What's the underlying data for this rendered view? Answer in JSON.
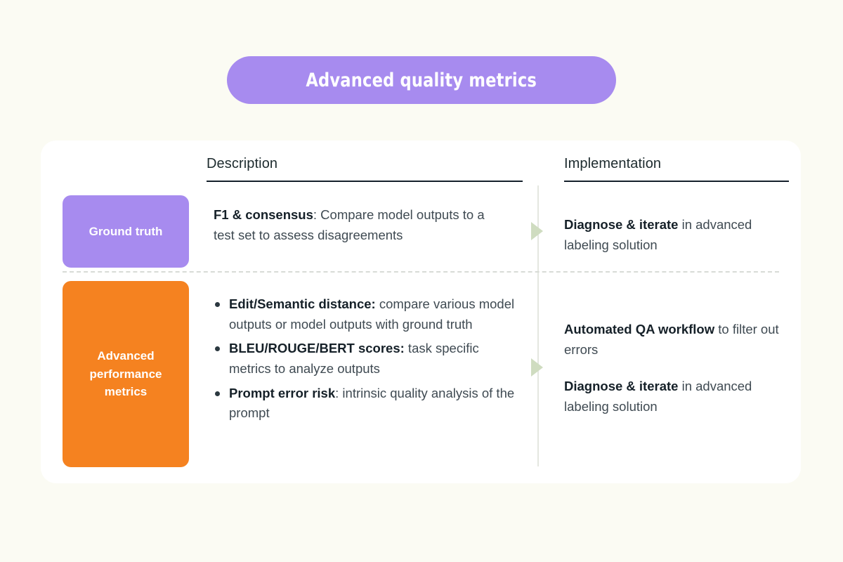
{
  "title": {
    "label": "Advanced quality metrics",
    "pill_color": "#a78bef",
    "text_color": "#ffffff"
  },
  "background_color": "#fbfbf3",
  "card": {
    "background_color": "#ffffff",
    "headers": {
      "category": "",
      "description": "Description",
      "implementation": "Implementation"
    },
    "rows": [
      {
        "badge": {
          "label": "Ground truth",
          "color": "#a78bef"
        },
        "description": {
          "type": "paragraph",
          "bold_lead": "F1 & consensus",
          "text": ": Compare model outputs to a test set to assess disagreements"
        },
        "implementation": [
          {
            "bold_lead": "Diagnose & iterate",
            "text": " in advanced labeling solution"
          }
        ],
        "arrow_icon": "green-right-arrow"
      },
      {
        "badge": {
          "label": "Advanced performance metrics",
          "color": "#f58220"
        },
        "description": {
          "type": "bullets",
          "items": [
            {
              "bold_lead": "Edit/Semantic distance:",
              "text": "  compare various model outputs or model outputs with ground truth"
            },
            {
              "bold_lead": "BLEU/ROUGE/BERT scores:",
              "text": " task specific metrics to analyze outputs"
            },
            {
              "bold_lead": "Prompt error risk",
              "text": ": intrinsic quality analysis of the prompt"
            }
          ]
        },
        "implementation": [
          {
            "bold_lead": "Automated QA workflow",
            "text": " to filter out errors"
          },
          {
            "bold_lead": "Diagnose & iterate",
            "text": " in advanced labeling solution"
          }
        ],
        "arrow_icon": "green-right-arrow"
      }
    ]
  }
}
